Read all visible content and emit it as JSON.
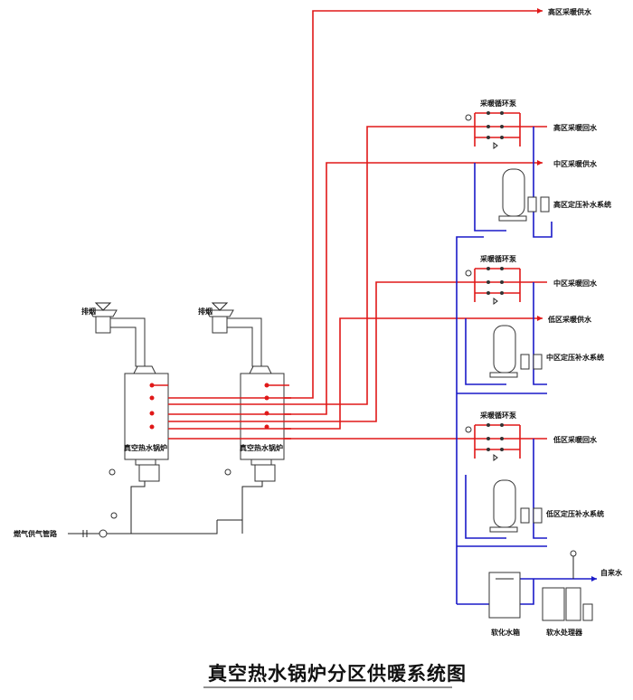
{
  "title": "真空热水锅炉分区供暖系统图",
  "outlets": {
    "high_supply": "高区采暖供水",
    "high_return": "高区采暖回水",
    "mid_supply": "中区采暖供水",
    "mid_return": "中区采暖回水",
    "low_supply": "低区采暖供水",
    "low_return": "低区采暖回水",
    "city_water": "自来水"
  },
  "pumps": {
    "high": "采暖循环泵",
    "mid": "采暖循环泵",
    "low": "采暖循环泵"
  },
  "pressure_systems": {
    "high": "高区定压补水系统",
    "mid": "中区定压补水系统",
    "low": "低区定压补水系统"
  },
  "boilers": {
    "left": "真空热水锅炉",
    "right": "真空热水锅炉"
  },
  "chimneys": {
    "left": "排烟",
    "right": "排烟"
  },
  "gas_pipe": "燃气供气管路",
  "water_tank": "软化水箱",
  "softener": "软水处理器"
}
